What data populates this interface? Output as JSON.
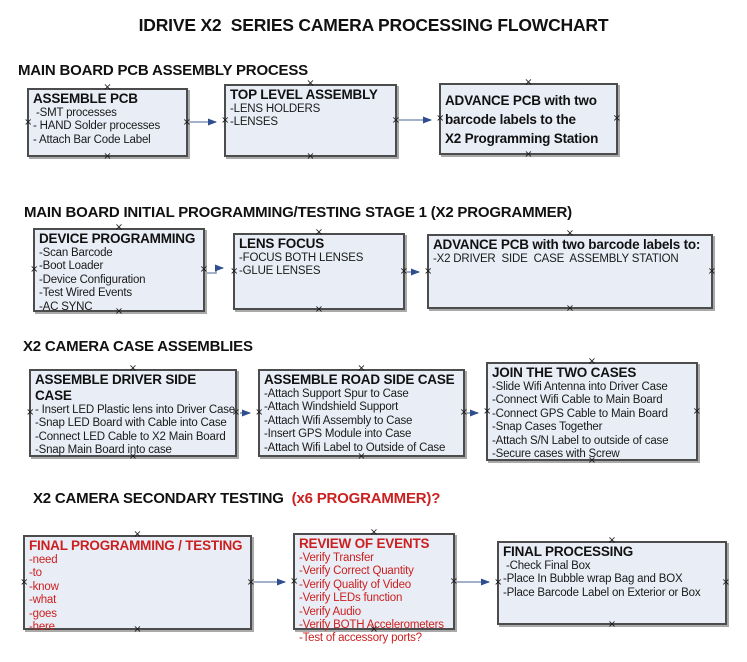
{
  "title": "IDRIVE X2  SERIES CAMERA PROCESSING FLOWCHART",
  "handle_glyph": "×",
  "colors": {
    "box_fill": "#e9eef6",
    "box_border": "#4c4c4c",
    "arrow_line": "#8399bb",
    "arrow_head": "#2f4e8e",
    "red_text": "#cc1f1f",
    "black_text": "#1a1a1a"
  },
  "sections": [
    {
      "header": "MAIN BOARD PCB ASSEMBLY PROCESS",
      "header_red": "",
      "boxes": [
        {
          "title": "ASSEMBLE PCB",
          "items": [
            " -SMT processes",
            "- HAND Solder processes",
            "- Attach Bar Code Label"
          ]
        },
        {
          "title": "TOP LEVEL ASSEMBLY",
          "items": [
            "-LENS HOLDERS",
            "-LENSES"
          ]
        },
        {
          "title": "ADVANCE PCB with two\nbarcode labels to the\n X2 Programming Station",
          "items": []
        }
      ]
    },
    {
      "header": "MAIN BOARD INITIAL PROGRAMMING/TESTING STAGE 1 (X2 PROGRAMMER)",
      "header_red": "",
      "boxes": [
        {
          "title": "DEVICE PROGRAMMING",
          "items": [
            "-Scan Barcode",
            "-Boot Loader",
            "-Device Configuration",
            "-Test Wired Events",
            "-AC SYNC"
          ]
        },
        {
          "title": "LENS FOCUS",
          "items": [
            "-FOCUS BOTH LENSES",
            "-GLUE LENSES"
          ]
        },
        {
          "title": "ADVANCE PCB with two barcode labels to:",
          "items": [
            "-X2 DRIVER  SIDE  CASE  ASSEMBLY STATION"
          ]
        }
      ]
    },
    {
      "header": "X2 CAMERA CASE ASSEMBLIES",
      "header_red": "",
      "boxes": [
        {
          "title": "ASSEMBLE DRIVER SIDE CASE",
          "items": [
            "- Insert LED Plastic lens into Driver Case",
            "-Snap LED Board with Cable into Case",
            "-Connect LED Cable to X2 Main Board",
            "-Snap Main Board into case"
          ]
        },
        {
          "title": "ASSEMBLE ROAD SIDE CASE",
          "items": [
            "-Attach Support Spur to Case",
            "-Attach Windshield Support",
            "-Attach Wifi Assembly to Case",
            "-Insert GPS Module into Case",
            "-Attach Wifi Label to Outside of Case"
          ]
        },
        {
          "title": "JOIN THE TWO CASES",
          "items": [
            "-Slide Wifi Antenna into Driver Case",
            "-Connect Wifi Cable to Main Board",
            "-Connect GPS Cable to Main Board",
            "-Snap Cases Together",
            "-Attach S/N Label to outside of case",
            "-Secure cases with Screw"
          ]
        }
      ]
    },
    {
      "header": "X2 CAMERA SECONDARY TESTING ",
      "header_red": " (x6 PROGRAMMER)?",
      "boxes": [
        {
          "title": "FINAL PROGRAMMING / TESTING",
          "items": [
            "-need",
            "-to",
            "-know",
            "-what",
            "-goes",
            "-here"
          ]
        },
        {
          "title": "REVIEW OF EVENTS",
          "items": [
            "-Verify Transfer",
            "-Verify Correct Quantity",
            "-Verify Quality of Video",
            "-Verify LEDs function",
            "-Verify Audio",
            "-Verify BOTH Accelerometers",
            "-Test of accessory ports?"
          ]
        },
        {
          "title": "FINAL PROCESSING",
          "items": [
            " -Check Final Box",
            "-Place In Bubble wrap Bag and BOX",
            "-Place Barcode Label on Exterior or Box"
          ]
        }
      ]
    }
  ],
  "connections": [
    {
      "from": "ASSEMBLE PCB",
      "to": "TOP LEVEL ASSEMBLY"
    },
    {
      "from": "TOP LEVEL ASSEMBLY",
      "to": "ADVANCE PCB with two barcode labels to the X2 Programming Station"
    },
    {
      "from": "DEVICE PROGRAMMING",
      "to": "LENS FOCUS"
    },
    {
      "from": "LENS FOCUS",
      "to": "ADVANCE PCB with two barcode labels to:"
    },
    {
      "from": "ASSEMBLE DRIVER SIDE CASE",
      "to": "ASSEMBLE ROAD SIDE CASE"
    },
    {
      "from": "ASSEMBLE ROAD SIDE CASE",
      "to": "JOIN THE TWO CASES"
    },
    {
      "from": "FINAL PROGRAMMING / TESTING",
      "to": "REVIEW OF EVENTS"
    },
    {
      "from": "REVIEW OF EVENTS",
      "to": "FINAL PROCESSING"
    }
  ]
}
